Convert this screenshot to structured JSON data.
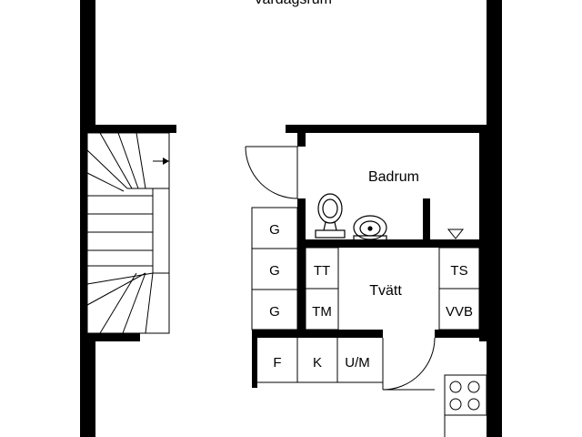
{
  "rooms": {
    "top_room_partial": "Vardagsrum",
    "bathroom": "Badrum",
    "laundry": "Tvätt"
  },
  "closets": {
    "g1": "G",
    "g2": "G",
    "g3": "G",
    "f": "F",
    "k": "K",
    "um": "U/M"
  },
  "laundry_units": {
    "tt": "TT",
    "tm": "TM",
    "ts": "TS",
    "vvb": "VVB"
  },
  "fixtures": [
    "toilet-icon",
    "sink-icon",
    "floor-drain-icon",
    "stove-icon"
  ]
}
